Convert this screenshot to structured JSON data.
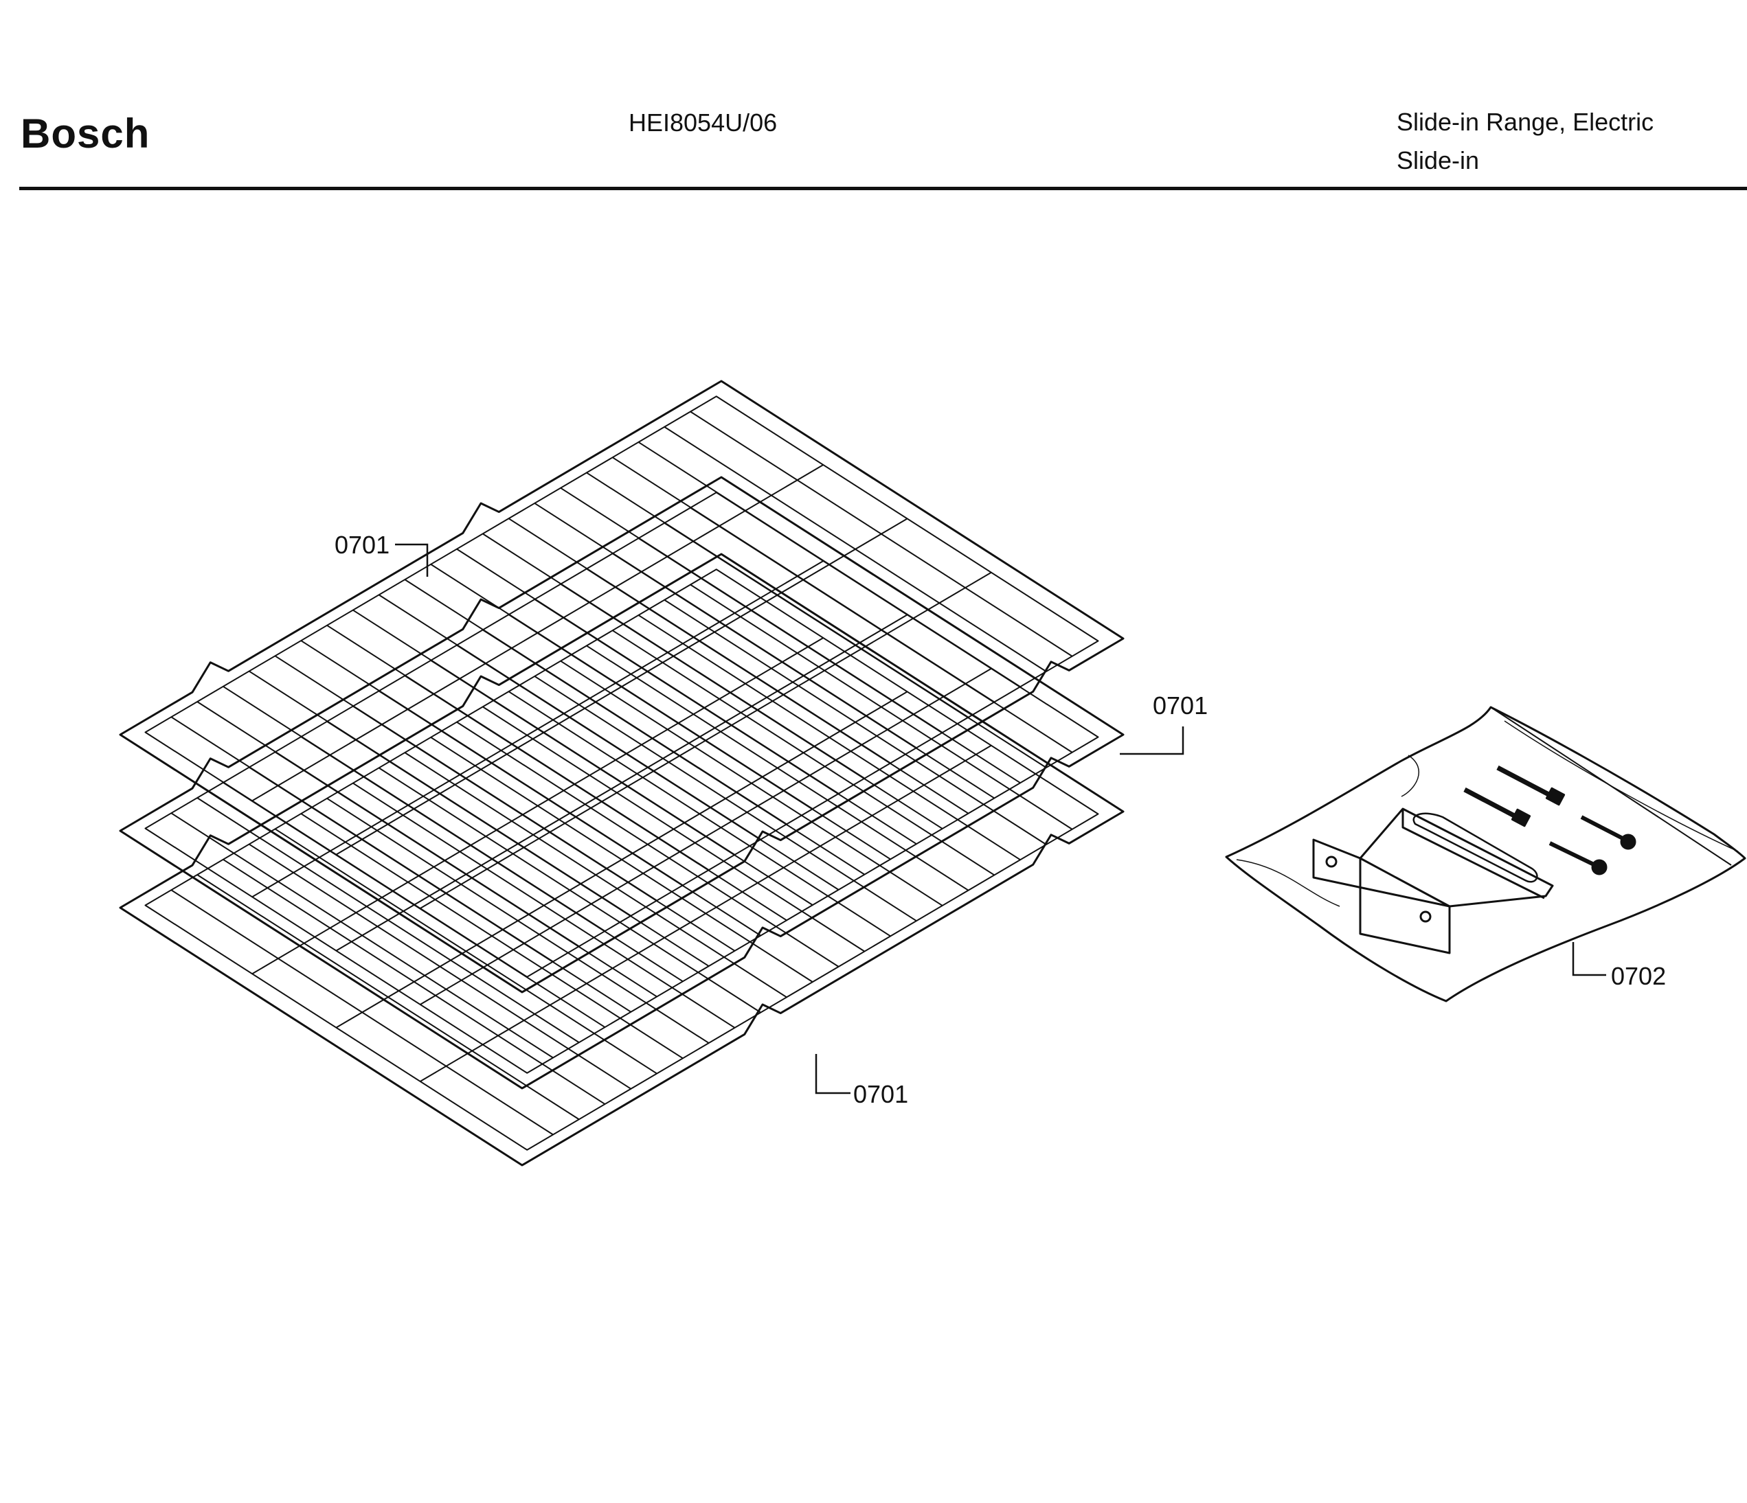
{
  "header": {
    "brand": "Bosch",
    "model": "HEI8054U/06",
    "product_line1": "Slide-in Range, Electric",
    "product_line2": "Slide-in"
  },
  "callouts": {
    "rack_top": "0701",
    "rack_middle": "0701",
    "rack_bottom": "0701",
    "hardware_kit": "0702"
  }
}
